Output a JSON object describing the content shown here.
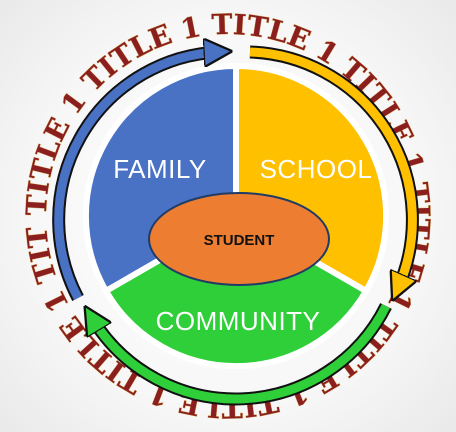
{
  "ring": {
    "text": "TITLE 1 TITLE 1 TITLE 1 TITLE 1 TITLE 1 TITLE 1 TITLE 1 TITLE 1 TITLE 1 TITLE 1 TITLE 1 TITLE 1 TITLE 1",
    "color": "#8b1e1e"
  },
  "segments": {
    "family": {
      "label": "FAMILY",
      "color": "#4a72c4"
    },
    "school": {
      "label": "SCHOOL",
      "color": "#ffc000"
    },
    "community": {
      "label": "COMMUNITY",
      "color": "#2fcf3a"
    }
  },
  "center": {
    "label": "STUDENT",
    "color": "#ed7d31"
  },
  "arrows": {
    "family_to_school": {
      "color": "#4a72c4"
    },
    "school_to_community": {
      "color": "#ffc000"
    },
    "community_to_family": {
      "color": "#2fcf3a"
    }
  }
}
